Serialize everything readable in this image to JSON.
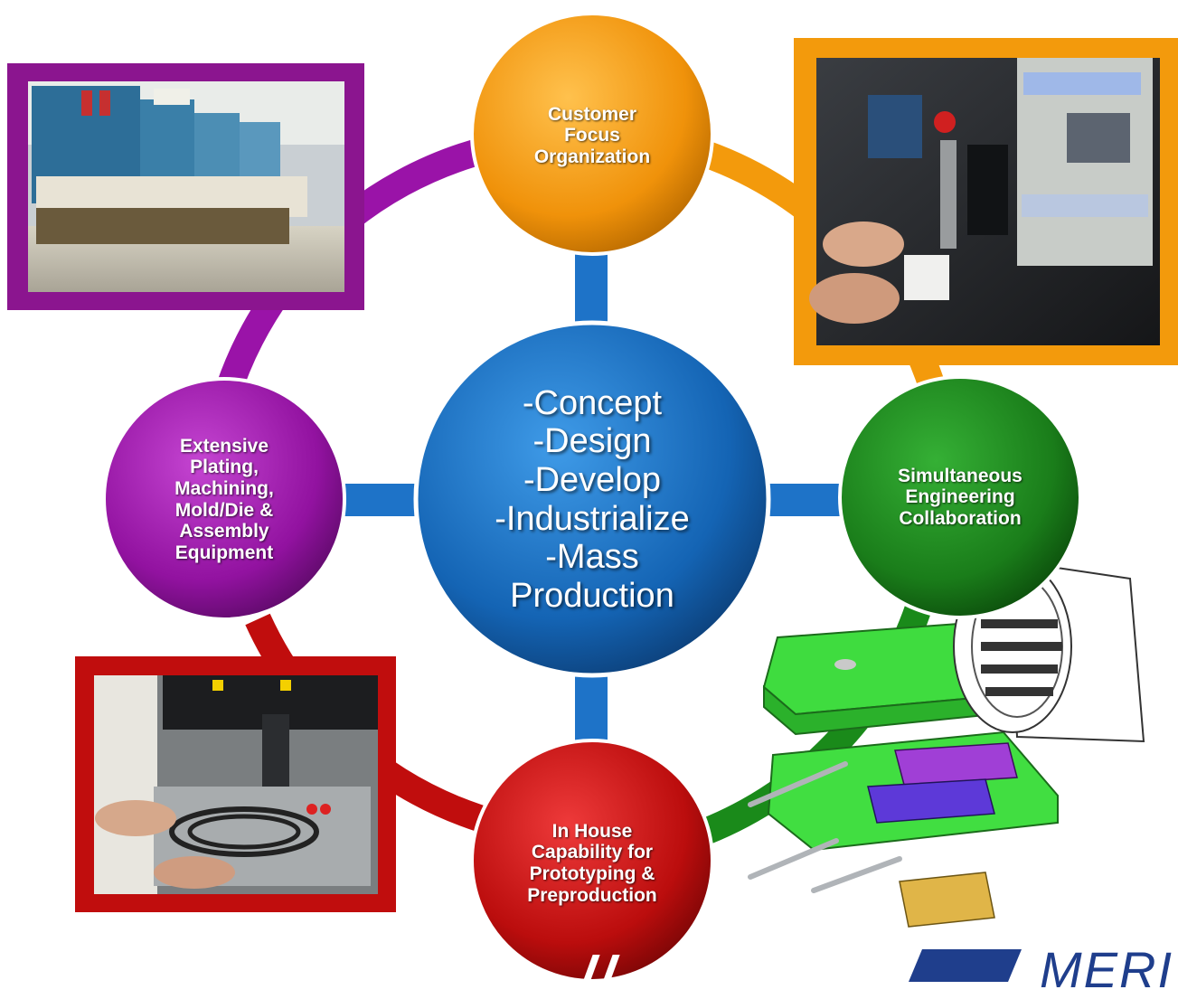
{
  "center": {
    "lines": "-Concept\n-Design\n-Develop\n-Industrialize\n-Mass\nProduction",
    "color": "#1e73c8"
  },
  "nodes": {
    "customer_focus": {
      "label": "Customer\nFocus\nOrganization",
      "color": "#f39a0c"
    },
    "simultaneous": {
      "label": "Simultaneous\nEngineering\nCollaboration",
      "color": "#1a8a1a"
    },
    "in_house": {
      "label": "In House\nCapability for\nPrototyping &\nPreproduction",
      "color": "#c00d0d"
    },
    "extensive": {
      "label": "Extensive\nPlating,\nMachining,\nMold/Die &\nAssembly\nEquipment",
      "color": "#9a13a8"
    }
  },
  "photos": {
    "plating_line": {
      "frame_color": "#8b158f",
      "icon": "plating-line-photo"
    },
    "test_station": {
      "frame_color": "#f39a0c",
      "icon": "test-equipment-photo"
    },
    "prototype_lab": {
      "frame_color": "#c00d0d",
      "icon": "prototype-lab-photo"
    }
  },
  "illustration": {
    "icon": "connector-mold-tooling-illustration",
    "color": "#4ee04e"
  },
  "logo": {
    "text": "MERI",
    "icon": "company-logo-mark",
    "color": "#1f3e8c"
  }
}
